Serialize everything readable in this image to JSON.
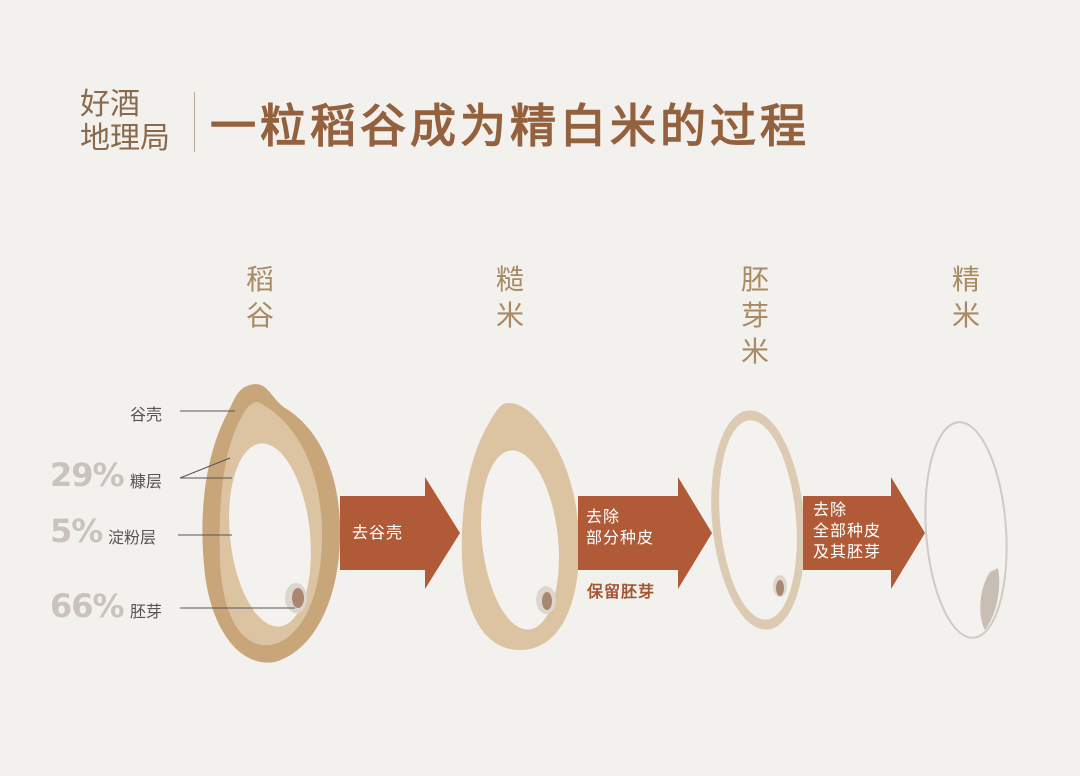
{
  "header": {
    "brand_line1": "好酒",
    "brand_line2": "地理局",
    "title": "一粒稻谷成为精白米的过程"
  },
  "stages": [
    {
      "chars": [
        "稻",
        "谷"
      ]
    },
    {
      "chars": [
        "糙",
        "米"
      ]
    },
    {
      "chars": [
        "胚",
        "芽",
        "米"
      ]
    },
    {
      "chars": [
        "精",
        "米"
      ]
    }
  ],
  "anatomy": {
    "husk": "谷壳",
    "bran": {
      "percent": "29%",
      "label": "糠层"
    },
    "starch": {
      "percent": "5%",
      "label": "淀粉层"
    },
    "germ": {
      "percent": "66%",
      "label": "胚芽"
    }
  },
  "arrows": [
    {
      "lines": [
        "去谷壳"
      ]
    },
    {
      "lines": [
        "去除",
        "部分种皮"
      ],
      "note": "保留胚芽"
    },
    {
      "lines": [
        "去除",
        "全部种皮",
        "及其胚芽"
      ]
    }
  ],
  "colors": {
    "background": "#f3f1ee",
    "title": "#94613f",
    "arrow": "#b05a38",
    "husk": "#c9a57a",
    "bran": "#dcc4a2",
    "endosperm": "#f4f2ef",
    "germ": "#a88670",
    "percent": "#c9c2bd"
  }
}
